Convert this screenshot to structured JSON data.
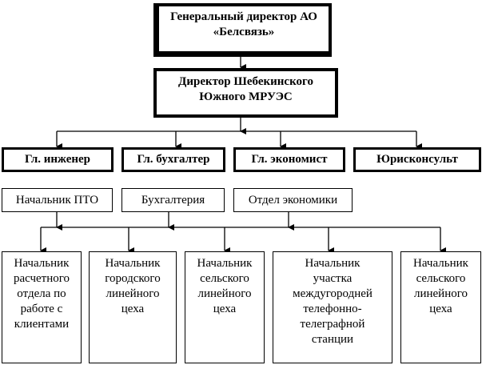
{
  "chart": {
    "general_director": "Генеральный директор АО\n«Белсвязь»",
    "director": "Директор Шебекинского\nЮжного МРУЭС",
    "chiefs": [
      {
        "label": "Гл. инженер"
      },
      {
        "label": "Гл. бухгалтер"
      },
      {
        "label": "Гл. экономист"
      },
      {
        "label": "Юрисконсульт"
      }
    ],
    "departments": [
      {
        "label": "Начальник ПТО"
      },
      {
        "label": "Бухгалтерия"
      },
      {
        "label": "Отдел экономики"
      }
    ],
    "units": [
      {
        "label": "Начальник\nрасчетного\nотдела по\nработе с\nклиентами"
      },
      {
        "label": "Начальник\nгородского\nлинейного\nцеха"
      },
      {
        "label": "Начальник\nсельского\nлинейного\nцеха"
      },
      {
        "label": "Начальник\nучастка\nмеждугородней\nтелефонно-\nтелеграфной\nстанции"
      },
      {
        "label": "Начальник\nсельского\nлинейного\nцеха"
      }
    ]
  }
}
